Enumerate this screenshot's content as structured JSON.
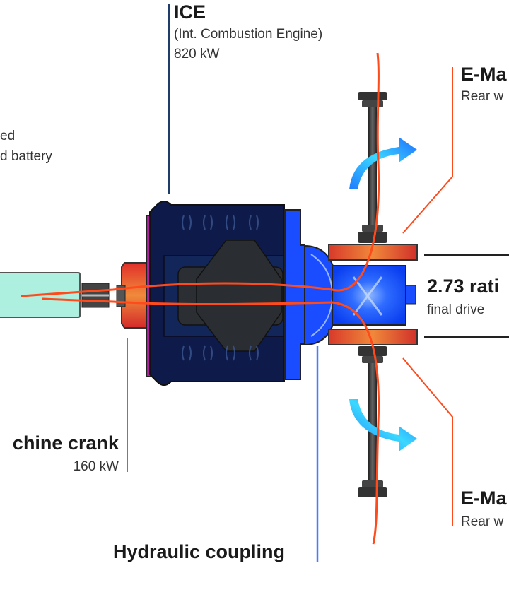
{
  "labels": {
    "ice_title": "ICE",
    "ice_sub": "(Int. Combustion Engine)",
    "ice_power": "820 kW",
    "battery_line1": "ed",
    "battery_line2": "d battery",
    "emachine_top_title": "E-Ma",
    "emachine_top_sub": "Rear w",
    "ratio_title": "2.73 rati",
    "ratio_sub": "final drive",
    "crank_title": "chine crank",
    "crank_power": "160 kW",
    "coupling_title": "Hydraulic coupling",
    "emachine_bottom_title": "E-Ma",
    "emachine_bottom_sub": "Rear w"
  },
  "colors": {
    "power_flow": "#ff4a1c",
    "engine_dark": "#0d1a4a",
    "engine_core": "#2b2f33",
    "coupling_blue": "#1a4dff",
    "battery": "#aef0e0",
    "crank_motor": "#e0402a",
    "flywheel_magenta": "#b01ca0",
    "leader_ice": "#1f3d6b",
    "leader_coupling": "#4a7bff",
    "leader_emachine": "#ff4a1c"
  }
}
